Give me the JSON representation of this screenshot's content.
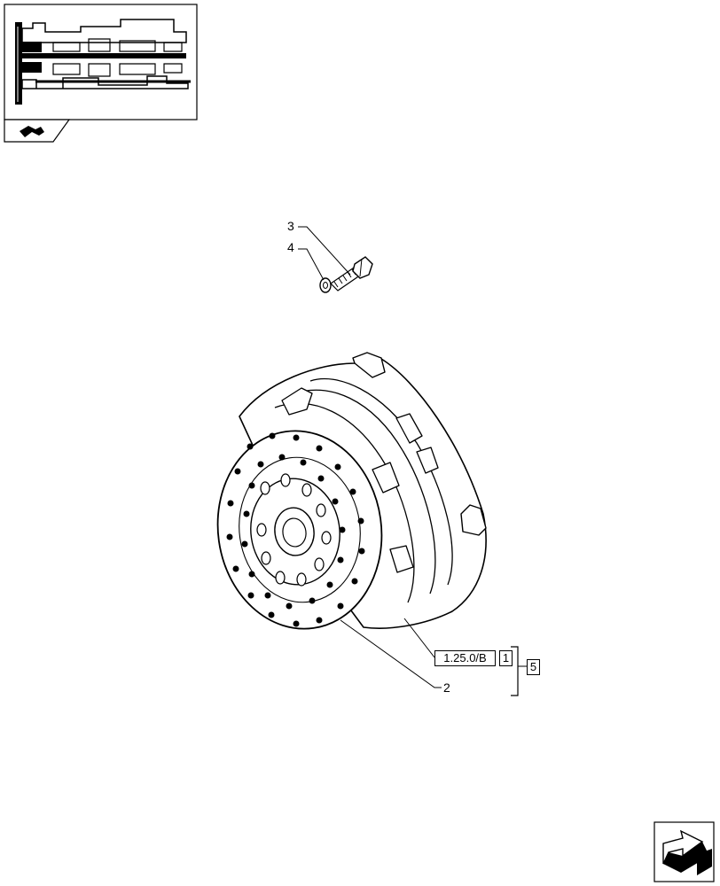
{
  "callouts": {
    "item2": "2",
    "item3": "3",
    "item4": "4"
  },
  "reference": {
    "code": "1.25.0/B",
    "index": "1",
    "group": "5"
  },
  "icons": {
    "thumbnail": "transmission-section-thumbnail",
    "thumbnail_tag": "back-arrow-icon",
    "nav": "next-page-arrow-icon"
  }
}
